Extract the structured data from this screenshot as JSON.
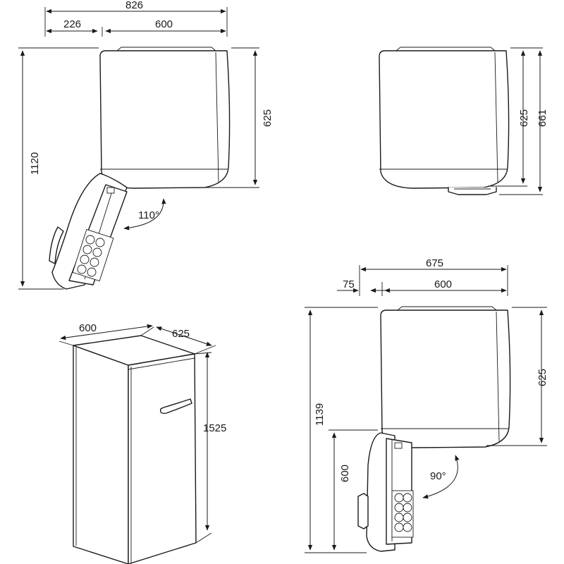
{
  "views": {
    "top_open_110": {
      "overall_depth": "826",
      "door_offset": "226",
      "width": "600",
      "depth": "625",
      "open_depth": "1120",
      "angle": "110°"
    },
    "top_closed": {
      "depth": "625",
      "depth_with_handle": "661"
    },
    "perspective": {
      "width": "600",
      "depth": "625",
      "height": "1525"
    },
    "top_open_90": {
      "overall_width": "675",
      "door_offset": "75",
      "width": "600",
      "depth": "625",
      "open_depth": "1139",
      "door_depth": "600",
      "angle": "90°"
    }
  }
}
